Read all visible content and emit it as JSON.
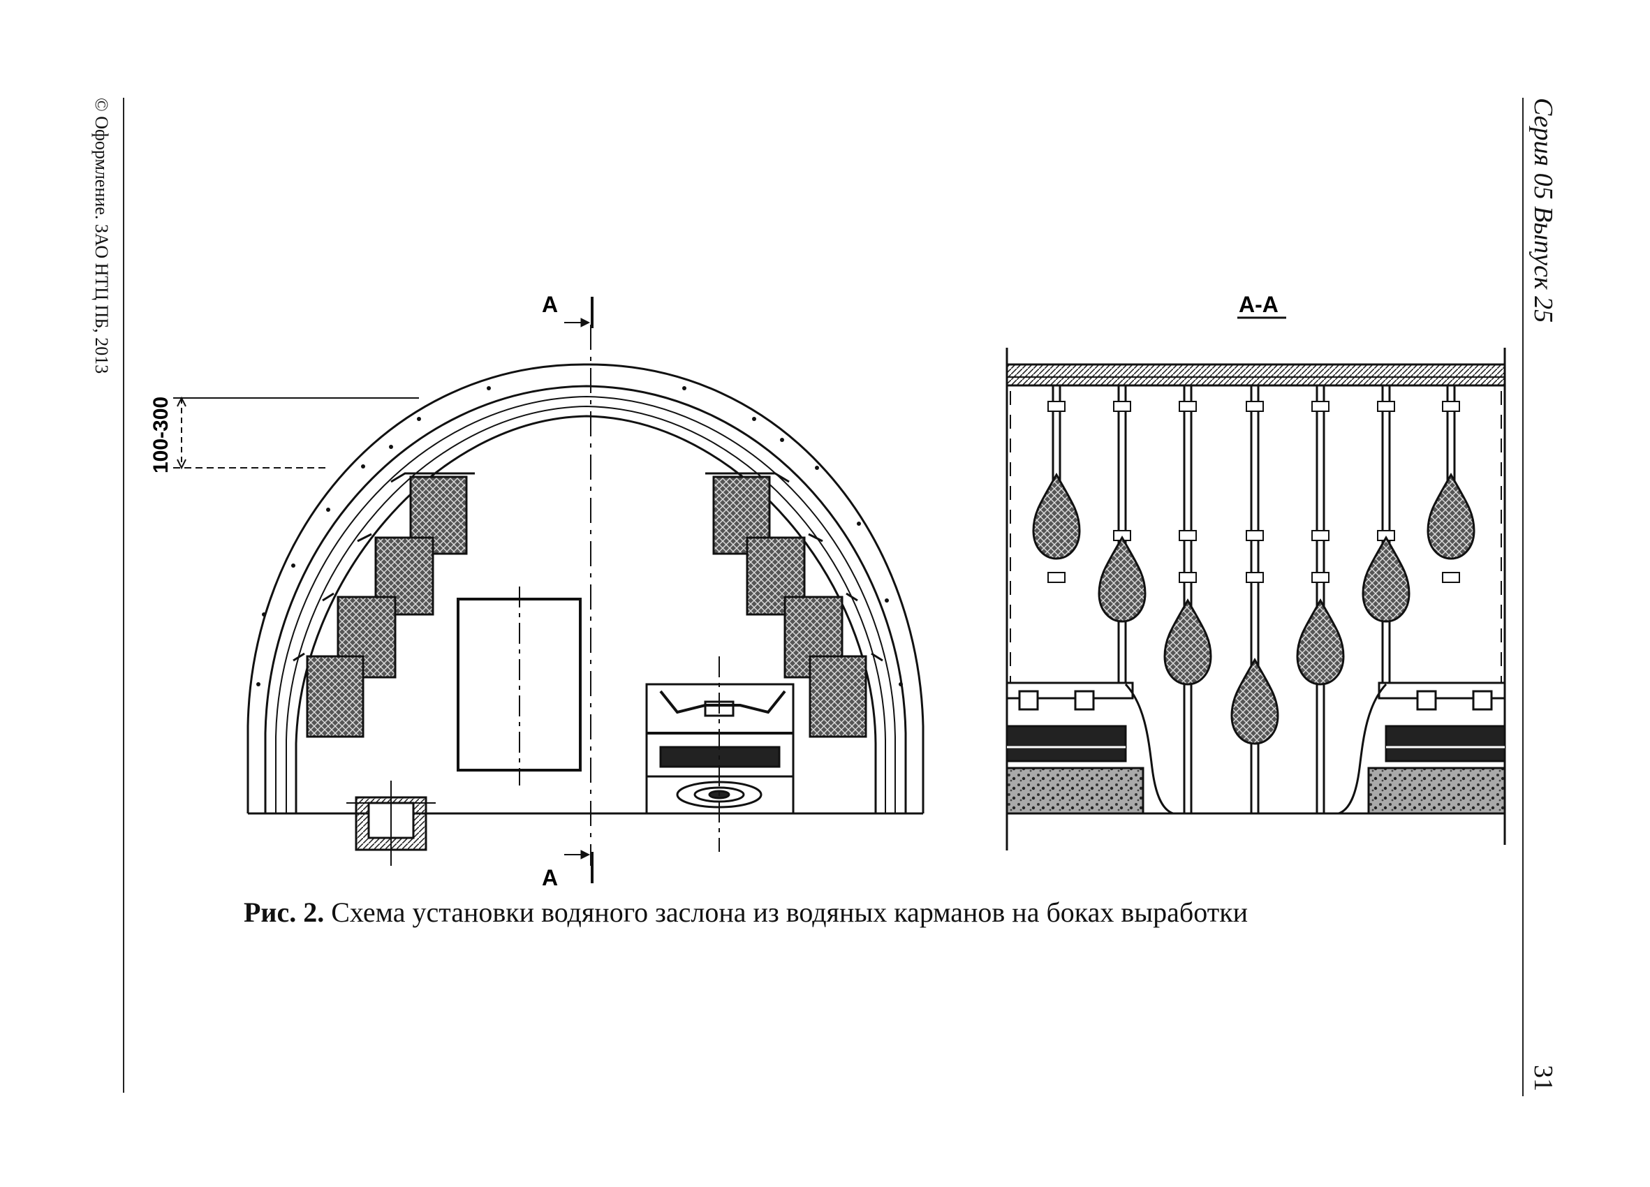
{
  "page": {
    "copyright": "© Оформление. ЗАО НТЦ ПБ, 2013",
    "series": "Серия 05 Выпуск 25",
    "page_number": "31"
  },
  "figure": {
    "section_mark_top": "А",
    "section_mark_bottom": "А",
    "section_title": "А-А",
    "dimension": "100-300",
    "caption_prefix": "Рис. 2.",
    "caption_text": "Схема установки водяного заслона из водяных карманов на боках выработки"
  }
}
